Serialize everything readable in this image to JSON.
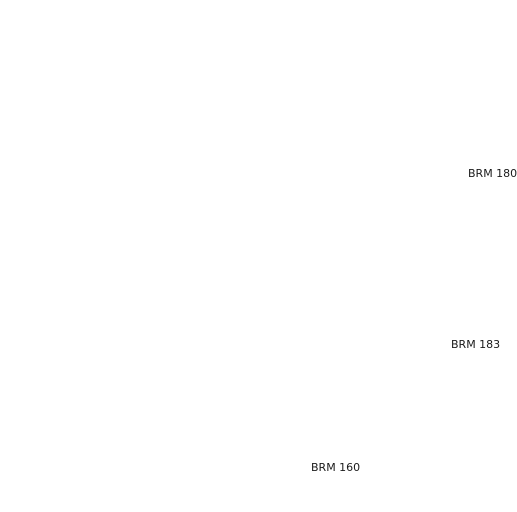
{
  "map": {
    "labels": [
      {
        "text": "BRM 180"
      },
      {
        "text": "BRM 183"
      },
      {
        "text": "BRM 160"
      }
    ],
    "colors": {
      "background": "#ffffff",
      "label": "#1a1a1a"
    }
  }
}
